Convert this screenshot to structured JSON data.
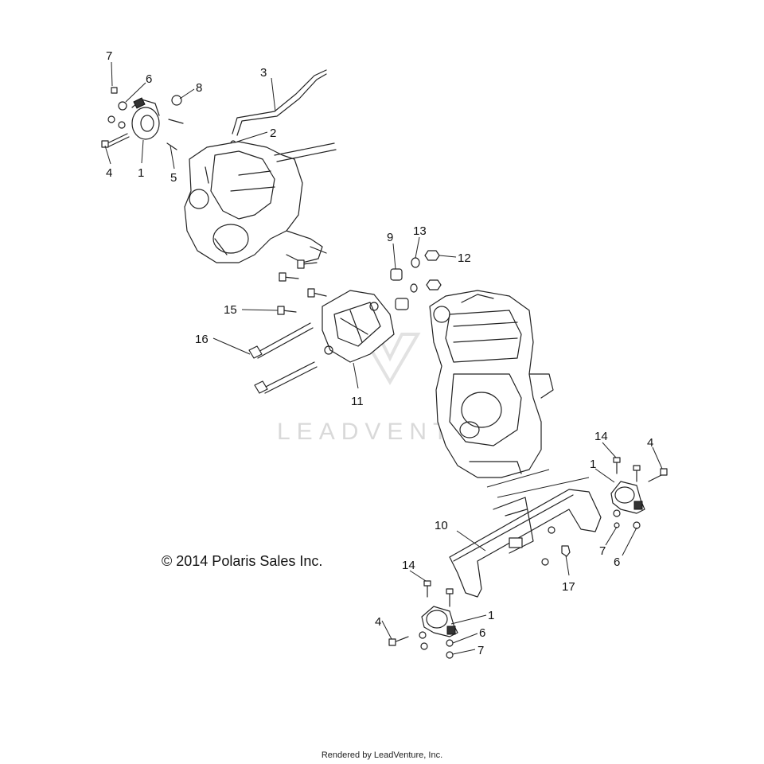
{
  "copyright": "© 2014 Polaris Sales Inc.",
  "footer": "Rendered by LeadVenture, Inc.",
  "watermark": "LEADVENTU",
  "callouts": [
    {
      "label": "7"
    },
    {
      "label": "6"
    },
    {
      "label": "8"
    },
    {
      "label": "3"
    },
    {
      "label": "2"
    },
    {
      "label": "4"
    },
    {
      "label": "1"
    },
    {
      "label": "5"
    },
    {
      "label": "9"
    },
    {
      "label": "13"
    },
    {
      "label": "12"
    },
    {
      "label": "15"
    },
    {
      "label": "16"
    },
    {
      "label": "11"
    },
    {
      "label": "14"
    },
    {
      "label": "4"
    },
    {
      "label": "1"
    },
    {
      "label": "10"
    },
    {
      "label": "7"
    },
    {
      "label": "6"
    },
    {
      "label": "17"
    },
    {
      "label": "14"
    },
    {
      "label": "1"
    },
    {
      "label": "4"
    },
    {
      "label": "6"
    },
    {
      "label": "7"
    }
  ]
}
